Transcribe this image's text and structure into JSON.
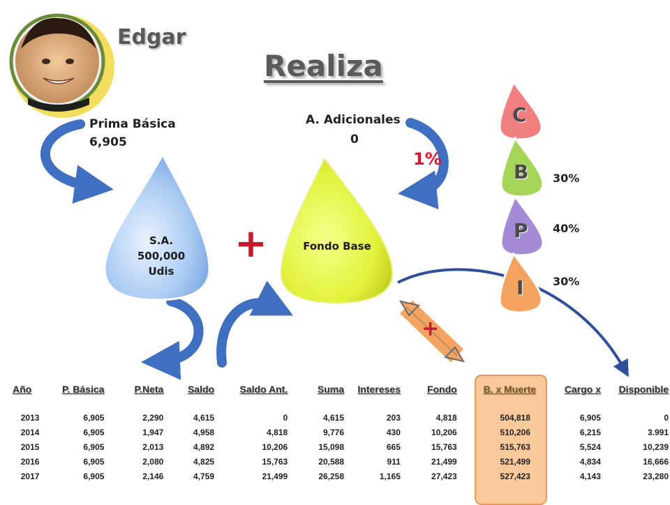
{
  "header": {
    "name": "Edgar",
    "title": "Realiza"
  },
  "labels": {
    "prima_basica": "Prima Básica",
    "prima_basica_value": "6,905",
    "adicionales": "A. Adicionales",
    "adicionales_value": "0",
    "rate": "1%",
    "sa_line1": "S.A.",
    "sa_line2": "500,000",
    "sa_line3": "Udis",
    "fondo_base": "Fondo Base",
    "plus_big": "+",
    "plus_small": "+"
  },
  "drops": [
    {
      "letter": "C",
      "pct": "",
      "color": "#f08080"
    },
    {
      "letter": "B",
      "pct": "30%",
      "color": "#a5d65a"
    },
    {
      "letter": "P",
      "pct": "40%",
      "color": "#a58bd6"
    },
    {
      "letter": "I",
      "pct": "30%",
      "color": "#f4a460"
    }
  ],
  "colors": {
    "sa_drop": "#a9cbf2",
    "fondo_drop": "#e2f23a",
    "arrow": "#3f6fc0",
    "plus": "#c41e2e"
  },
  "table": {
    "headers": [
      "Año",
      "P. Básica",
      "P.Neta",
      "Saldo",
      "Saldo Ant.",
      "Suma",
      "Intereses",
      "Fondo",
      "B. x Muerte",
      "Cargo x",
      "Disponible"
    ],
    "rows": [
      [
        "2013",
        "6,905",
        "2,290",
        "4,615",
        "0",
        "4,615",
        "203",
        "4,818",
        "504,818",
        "6,905",
        "0"
      ],
      [
        "2014",
        "6,905",
        "1,947",
        "4,958",
        "4,818",
        "9,776",
        "430",
        "10,206",
        "510,206",
        "6,215",
        "3.991"
      ],
      [
        "2015",
        "6,905",
        "2,013",
        "4,892",
        "10,206",
        "15,098",
        "665",
        "15,763",
        "515,763",
        "5,524",
        "10,239"
      ],
      [
        "2016",
        "6,905",
        "2,080",
        "4,825",
        "15,763",
        "20,588",
        "911",
        "21,499",
        "521,499",
        "4,834",
        "16,666"
      ],
      [
        "2017",
        "6,905",
        "2,146",
        "4,759",
        "21,499",
        "26,258",
        "1,165",
        "27,423",
        "527,423",
        "4,143",
        "23,280"
      ]
    ]
  }
}
